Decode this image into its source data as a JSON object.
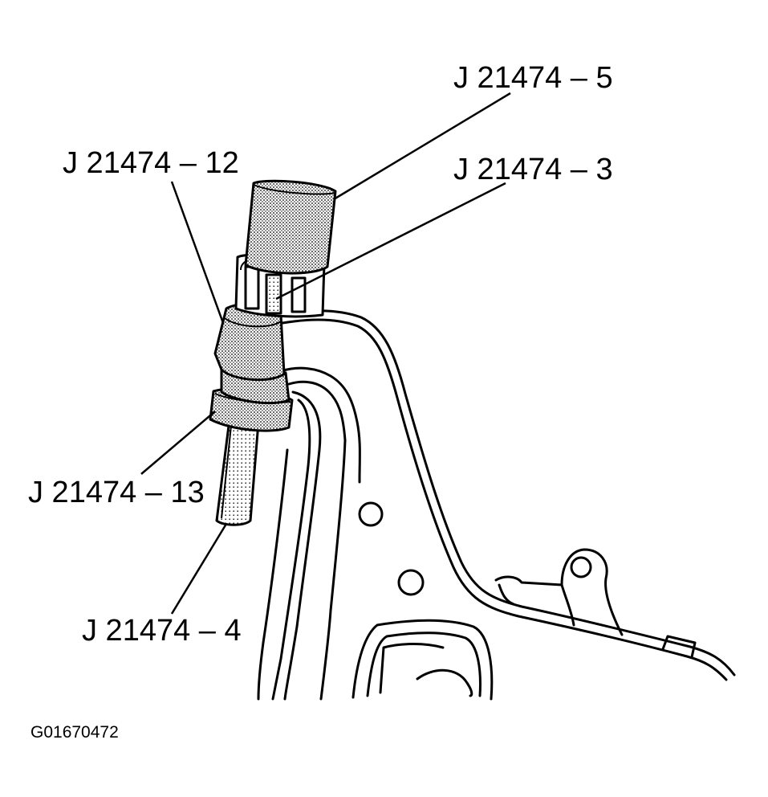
{
  "callouts": {
    "j21474_5": "J 21474 – 5",
    "j21474_12": "J 21474 – 12",
    "j21474_3": "J 21474 – 3",
    "j21474_13": "J 21474 – 13",
    "j21474_4": "J 21474 – 4"
  },
  "figure_id": "G01670472",
  "colors": {
    "ink": "#000000",
    "paper": "#ffffff",
    "stipple": "#c8c8c8"
  }
}
